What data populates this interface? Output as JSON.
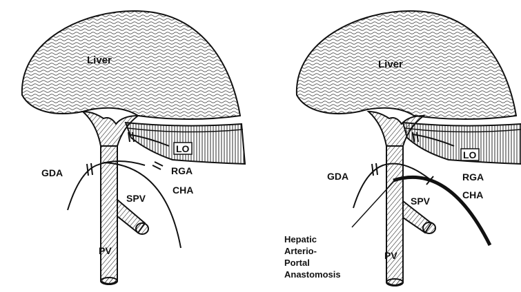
{
  "panels": [
    {
      "id": "left",
      "labels": {
        "liver": "Liver",
        "lo": "LO",
        "gda": "GDA",
        "rga": "RGA",
        "cha": "CHA",
        "spv": "SPV",
        "pv": "PV"
      }
    },
    {
      "id": "right",
      "labels": {
        "liver": "Liver",
        "lo": "LO",
        "gda": "GDA",
        "rga": "RGA",
        "cha": "CHA",
        "spv": "SPV",
        "pv": "PV"
      },
      "annotation": [
        "Hepatic",
        "Arterio-",
        "Portal",
        "Anastomosis"
      ]
    }
  ]
}
